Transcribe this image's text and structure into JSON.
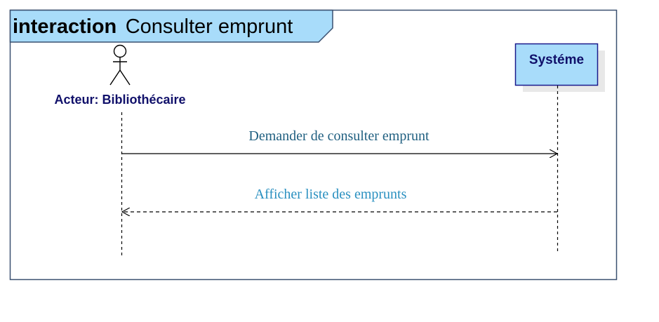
{
  "frame": {
    "keyword": "interaction",
    "name": "Consulter emprunt"
  },
  "actor": {
    "label": "Acteur: Bibliothécaire"
  },
  "system": {
    "label": "Systéme"
  },
  "messages": [
    {
      "label": "Demander de consulter emprunt",
      "kind": "sync"
    },
    {
      "label": "Afficher liste des emprunts",
      "kind": "return"
    }
  ],
  "colors": {
    "frame_border": "#3a5070",
    "frame_header_fill": "#a8dcfa",
    "system_fill": "#a8dcfa",
    "system_border": "#1a1a8c",
    "system_text": "#10106a",
    "actor_text": "#10106a",
    "message_1_text": "#1f5f80",
    "message_2_text": "#2a90c0",
    "shadow": "#e8e8e8",
    "line": "#000000"
  },
  "icons": {
    "actor": "stick-figure-icon"
  }
}
